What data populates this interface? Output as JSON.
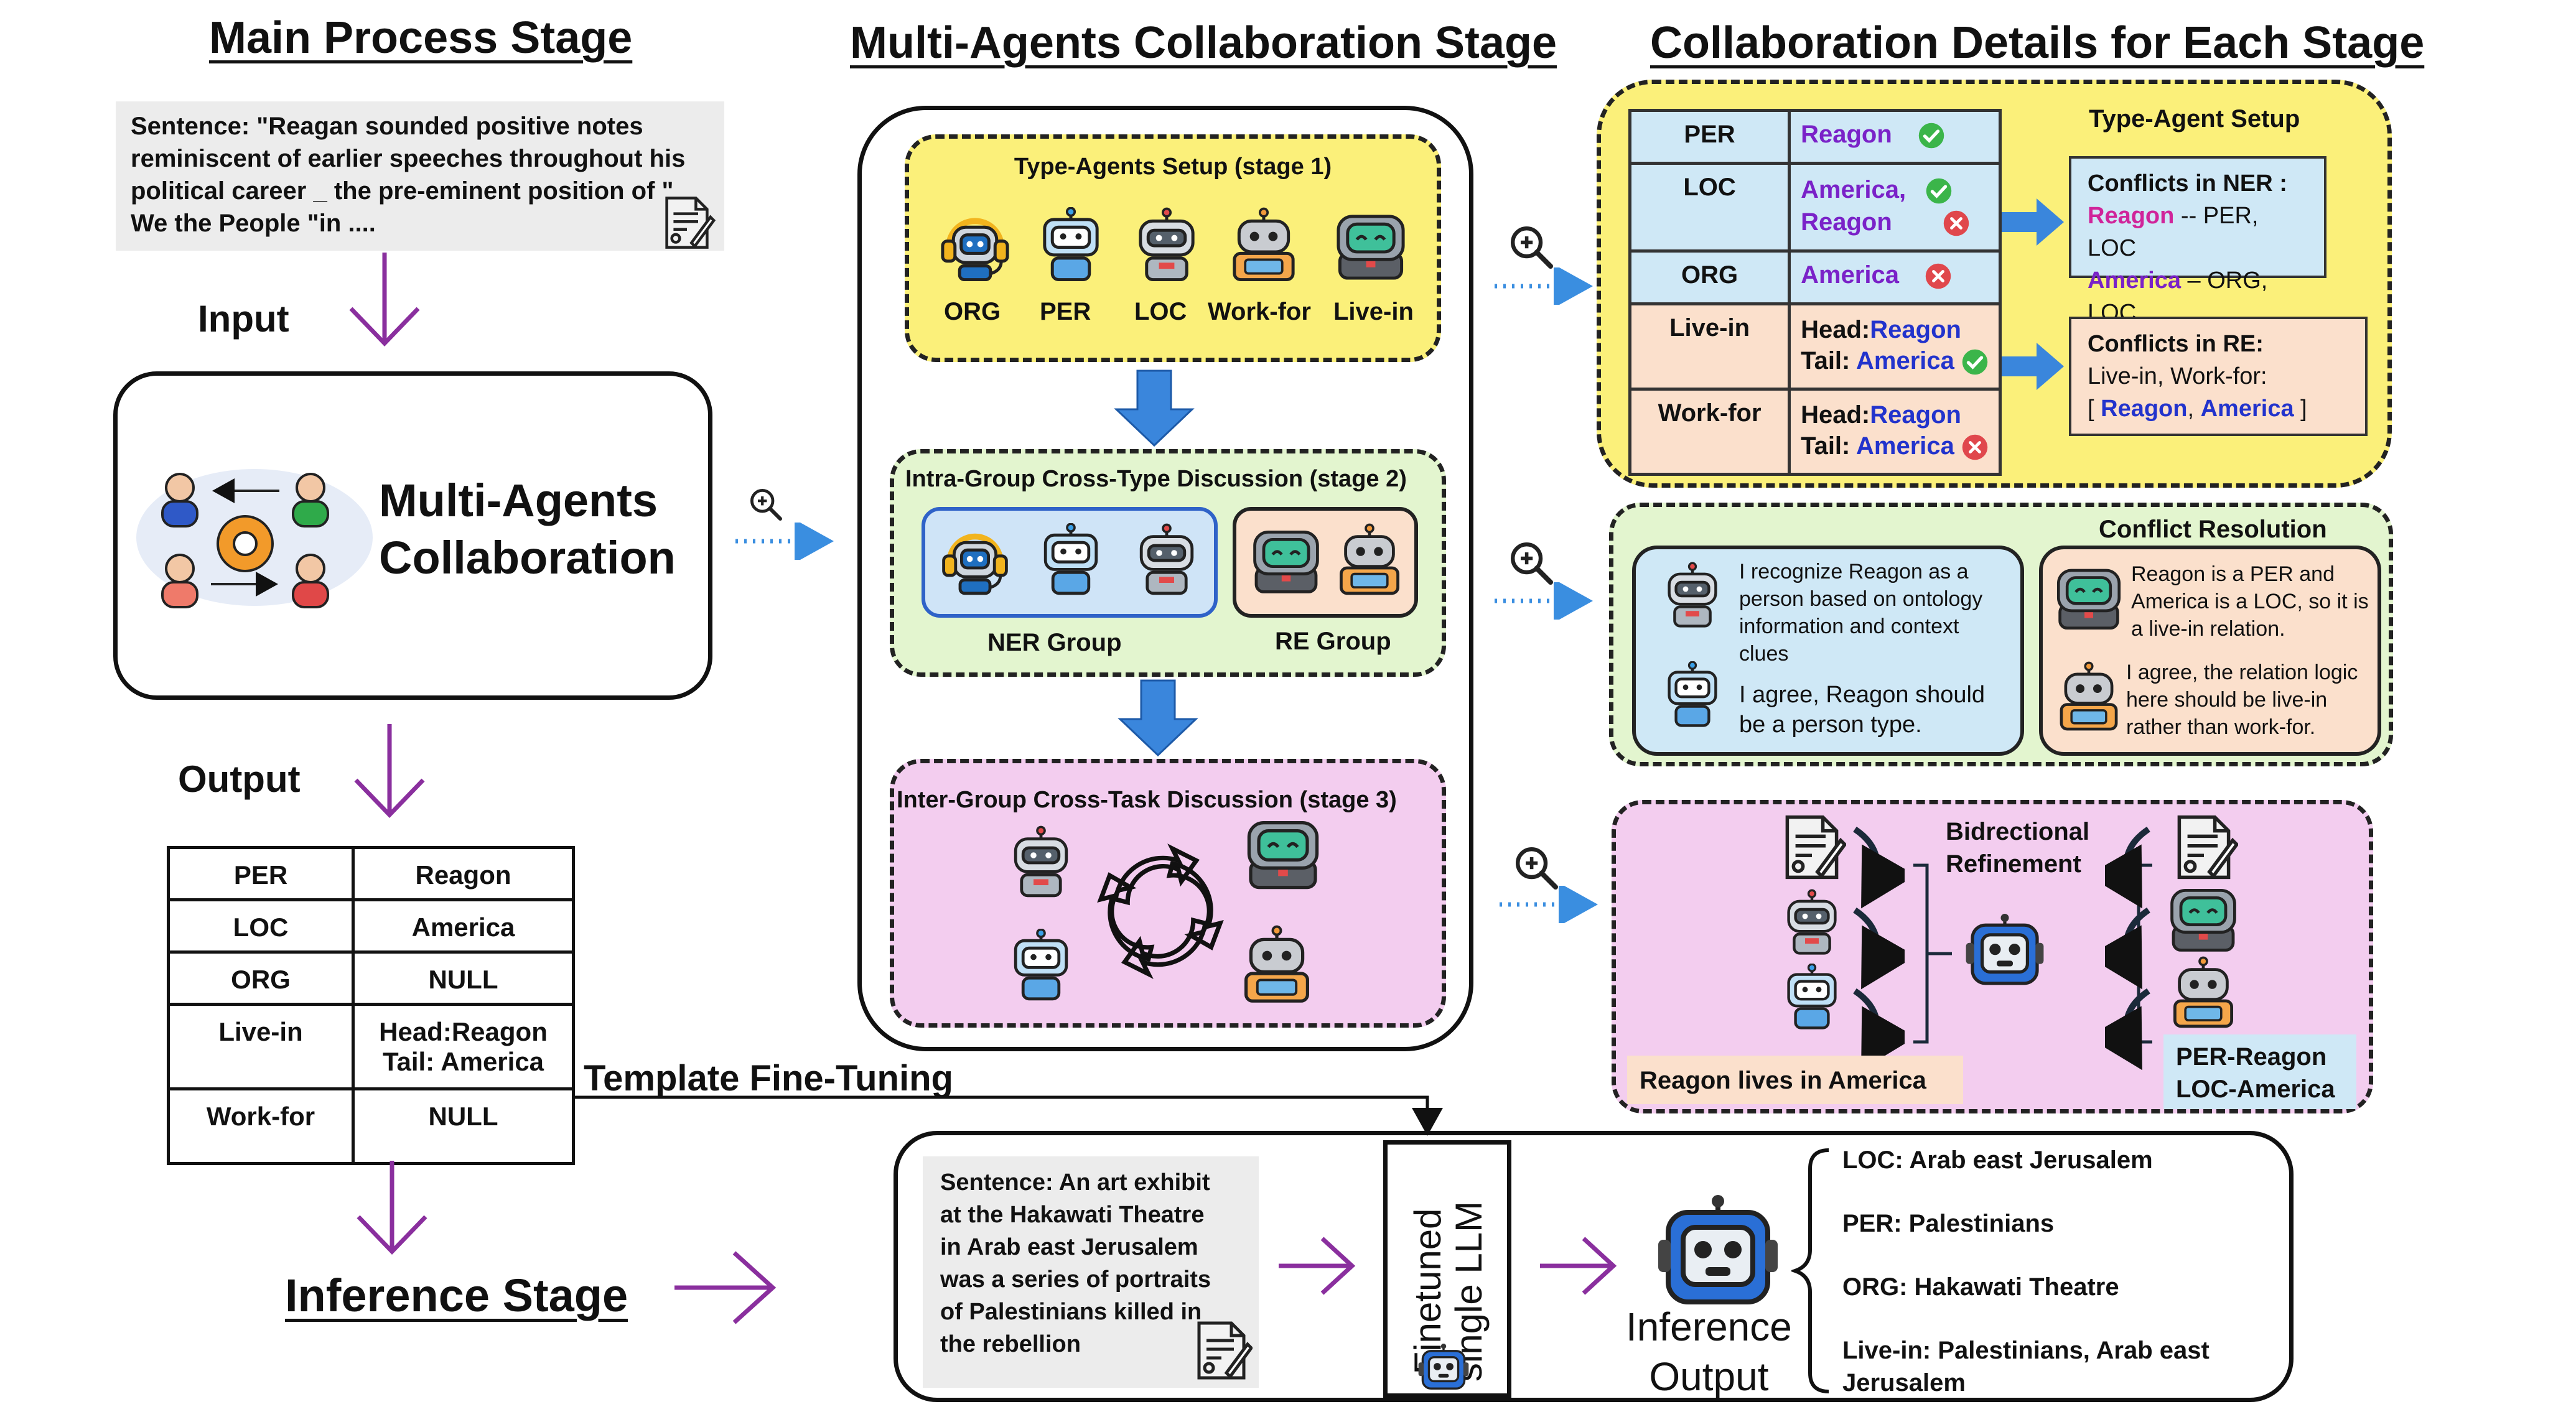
{
  "titles": {
    "main": "Main Process Stage",
    "multi": "Multi-Agents Collaboration Stage",
    "details": "Collaboration Details for Each Stage"
  },
  "input": {
    "sentence": "Sentence: \"Reagan sounded positive notes reminiscent of earlier speeches throughout his political career _ the pre-eminent position of \" We the People \"in ....",
    "label": "Input"
  },
  "mac_box": {
    "line1": "Multi-Agents",
    "line2": "Collaboration"
  },
  "output": {
    "label": "Output",
    "rows": [
      {
        "k": "PER",
        "v": "Reagon"
      },
      {
        "k": "LOC",
        "v": "America"
      },
      {
        "k": "ORG",
        "v": "NULL"
      },
      {
        "k": "Live-in",
        "v": "Head:Reagon",
        "v2": "Tail: America"
      },
      {
        "k": "Work-for",
        "v": "NULL"
      }
    ]
  },
  "template_ft": "Template Fine-Tuning",
  "inference_stage": "Inference Stage",
  "stage1": {
    "title": "Type-Agents Setup (stage 1)",
    "agents": [
      "ORG",
      "PER",
      "LOC",
      "Work-for",
      "Live-in"
    ]
  },
  "stage2": {
    "title": "Intra-Group Cross-Type Discussion (stage 2)",
    "ner": "NER  Group",
    "re": "RE  Group"
  },
  "stage3": {
    "title": "Inter-Group Cross-Task Discussion (stage 3)"
  },
  "setup": {
    "title": "Type-Agent Setup",
    "rows": [
      {
        "type": "PER",
        "v1": "Reagon"
      },
      {
        "type": "LOC",
        "v1": "America,",
        "v2": "Reagon"
      },
      {
        "type": "ORG",
        "v1": "America"
      },
      {
        "type": "Live-in",
        "h": "Head:",
        "hv": "Reagon",
        "t": "Tail: ",
        "tv": "America"
      },
      {
        "type": "Work-for",
        "h": "Head:",
        "hv": "Reagon",
        "t": "Tail: ",
        "tv": "America"
      }
    ],
    "ner_conf": {
      "title": "Conflicts in NER :",
      "l1a": "Reagon",
      "l1b": " -- PER, LOC",
      "l2a": "America",
      "l2b": " – ORG, LOC"
    },
    "re_conf": {
      "title": "Conflicts in RE:",
      "l1": "Live-in, Work-for:",
      "l2a": "[ ",
      "l2b": "Reagon",
      "l2c": ", ",
      "l2d": "America",
      "l2e": " ]"
    }
  },
  "conflict": {
    "title": "Conflict Resolution",
    "left1": [
      "I recognize Reagon as a",
      "person based on ontology",
      "information and context",
      "clues"
    ],
    "left2": [
      "I agree, Reagon should",
      "be a person type."
    ],
    "right1": [
      "Reagon is a PER and",
      "America is a LOC, so it is",
      "a live-in relation."
    ],
    "right2": [
      "I agree, the relation logic",
      "here should be live-in",
      "rather than work-for."
    ]
  },
  "refine": {
    "title1": "Bidrectional",
    "title2": "Refinement",
    "left_label": "Reagon lives in America",
    "right1": "PER-Reagon",
    "right2": "LOC-America"
  },
  "inference": {
    "sentence": [
      "Sentence: An art exhibit",
      "at the Hakawati Theatre",
      "in Arab east Jerusalem",
      "was a series of portraits",
      "of Palestinians killed in",
      "the rebellion"
    ],
    "llm1": "Finetuned",
    "llm2": "single LLM",
    "out1": "Inference",
    "out2": "Output",
    "results": [
      "LOC: Arab east Jerusalem",
      "PER: Palestinians",
      "ORG: Hakawati Theatre",
      "Live-in: Palestinians, Arab east",
      "Jerusalem"
    ]
  },
  "colors": {
    "yellow": "#fbf07a",
    "green": "#e3f5cf",
    "pink": "#f3cdef",
    "lightblue": "#cfe8f6",
    "peach": "#fbe0cc",
    "arrow_purple": "#8a2f9e",
    "arrow_blue": "#2f7fd6"
  }
}
